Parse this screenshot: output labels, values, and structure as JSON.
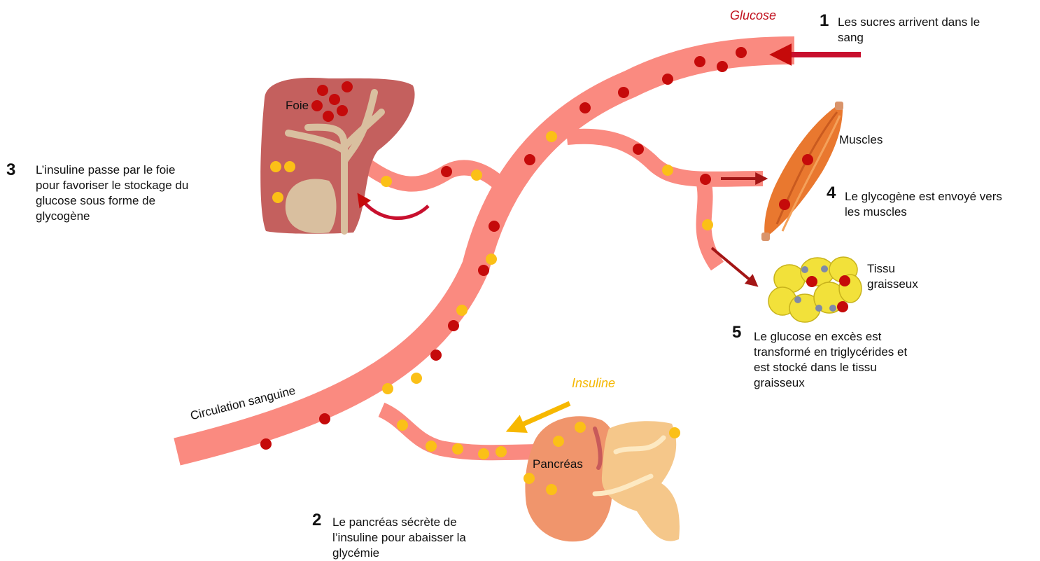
{
  "labels": {
    "glucose": "Glucose",
    "insuline": "Insuline",
    "circulation": "Circulation sanguine",
    "foie": "Foie",
    "muscles": "Muscles",
    "tissu": "Tissu\ngraisseux",
    "pancreas": "Pancréas"
  },
  "steps": [
    {
      "num": "1",
      "text": "Les sucres arrivent dans le\nsang"
    },
    {
      "num": "2",
      "text": "Le pancréas sécrète de\nl’insuline pour abaisser la\nglycémie"
    },
    {
      "num": "3",
      "text": "L’insuline passe par le foie\npour favoriser le stockage du\nglucose sous forme de\nglycogène"
    },
    {
      "num": "4",
      "text": "Le glycogène est envoyé vers\nles muscles"
    },
    {
      "num": "5",
      "text": "Le glucose en excès est\ntransformé en triglycérides et\nest stocké dans le tissu\ngraisseux"
    }
  ],
  "colors": {
    "vessel": "#fa8a80",
    "glucose_dot": "#c50a0a",
    "insulin_dot": "#fbc017",
    "glucose_label": "#c1121f",
    "insulin_label": "#f5b700",
    "liver": "#c4605e",
    "bile": "#d9bf9f",
    "muscle": "#e9782f",
    "pancreas": "#f0956c",
    "fat": "#f2e13a"
  }
}
